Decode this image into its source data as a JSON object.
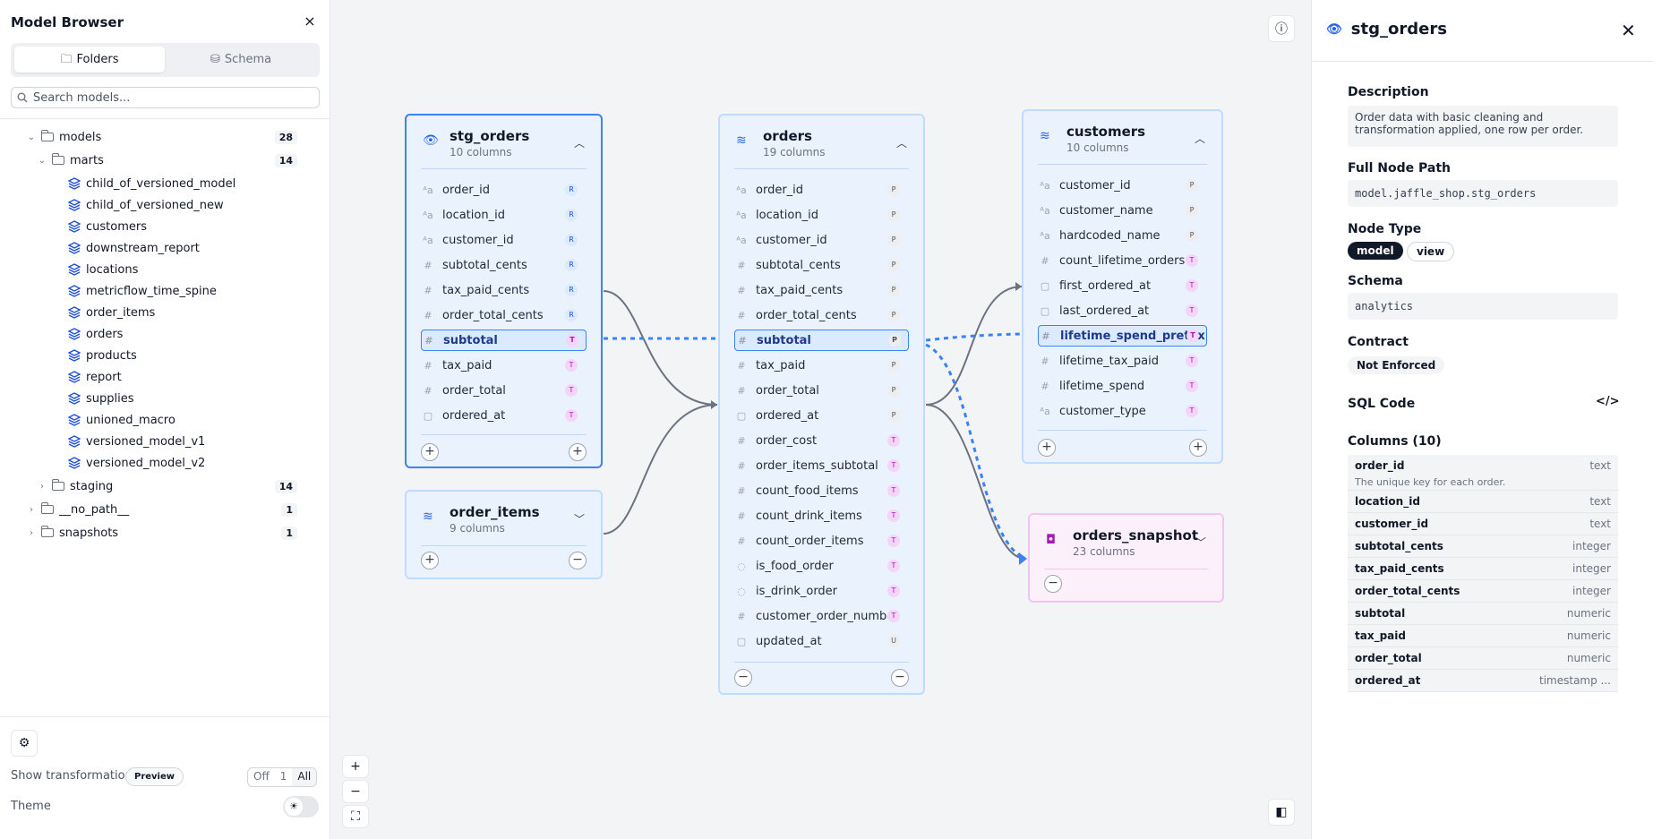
{
  "sidebar": {
    "title": "Model Browser",
    "tabs": [
      {
        "label": "Folders",
        "icon": "folder-icon"
      },
      {
        "label": "Schema",
        "icon": "database-icon"
      }
    ],
    "search_placeholder": "Search models...",
    "tree": {
      "models": {
        "label": "models",
        "count": "28"
      },
      "marts": {
        "label": "marts",
        "count": "14"
      },
      "mart_items": [
        "child_of_versioned_model",
        "child_of_versioned_new",
        "customers",
        "downstream_report",
        "locations",
        "metricflow_time_spine",
        "order_items",
        "orders",
        "products",
        "report",
        "supplies",
        "unioned_macro",
        "versioned_model_v1",
        "versioned_model_v2"
      ],
      "staging": {
        "label": "staging",
        "count": "14"
      },
      "no_path": {
        "label": "__no_path__",
        "count": "1"
      },
      "snapshots": {
        "label": "snapshots",
        "count": "1"
      }
    },
    "show_transformations_label": "Show transformations",
    "preview_label": "Preview",
    "toggle": [
      "Off",
      "1",
      "All"
    ],
    "theme_label": "Theme"
  },
  "canvas": {
    "stg_orders": {
      "name": "stg_orders",
      "sub": "10 columns",
      "rows": [
        {
          "n": "order_id",
          "t": "text",
          "b": "R"
        },
        {
          "n": "location_id",
          "t": "text",
          "b": "R"
        },
        {
          "n": "customer_id",
          "t": "text",
          "b": "R"
        },
        {
          "n": "subtotal_cents",
          "t": "num",
          "b": "R"
        },
        {
          "n": "tax_paid_cents",
          "t": "num",
          "b": "R"
        },
        {
          "n": "order_total_cents",
          "t": "num",
          "b": "R"
        },
        {
          "n": "subtotal",
          "t": "num",
          "b": "T"
        },
        {
          "n": "tax_paid",
          "t": "num",
          "b": "T"
        },
        {
          "n": "order_total",
          "t": "num",
          "b": "T"
        },
        {
          "n": "ordered_at",
          "t": "date",
          "b": "T"
        }
      ]
    },
    "order_items": {
      "name": "order_items",
      "sub": "9 columns"
    },
    "orders": {
      "name": "orders",
      "sub": "19 columns",
      "rows": [
        {
          "n": "order_id",
          "t": "text",
          "b": "P"
        },
        {
          "n": "location_id",
          "t": "text",
          "b": "P"
        },
        {
          "n": "customer_id",
          "t": "text",
          "b": "P"
        },
        {
          "n": "subtotal_cents",
          "t": "num",
          "b": "P"
        },
        {
          "n": "tax_paid_cents",
          "t": "num",
          "b": "P"
        },
        {
          "n": "order_total_cents",
          "t": "num",
          "b": "P"
        },
        {
          "n": "subtotal",
          "t": "num",
          "b": "P"
        },
        {
          "n": "tax_paid",
          "t": "num",
          "b": "P"
        },
        {
          "n": "order_total",
          "t": "num",
          "b": "P"
        },
        {
          "n": "ordered_at",
          "t": "date",
          "b": "P"
        },
        {
          "n": "order_cost",
          "t": "num",
          "b": "T"
        },
        {
          "n": "order_items_subtotal",
          "t": "num",
          "b": "T"
        },
        {
          "n": "count_food_items",
          "t": "num",
          "b": "T"
        },
        {
          "n": "count_drink_items",
          "t": "num",
          "b": "T"
        },
        {
          "n": "count_order_items",
          "t": "num",
          "b": "T"
        },
        {
          "n": "is_food_order",
          "t": "bool",
          "b": "T"
        },
        {
          "n": "is_drink_order",
          "t": "bool",
          "b": "T"
        },
        {
          "n": "customer_order_number",
          "t": "num",
          "b": "T"
        },
        {
          "n": "updated_at",
          "t": "date",
          "b": "U"
        }
      ]
    },
    "customers": {
      "name": "customers",
      "sub": "10 columns",
      "rows": [
        {
          "n": "customer_id",
          "t": "text",
          "b": "P"
        },
        {
          "n": "customer_name",
          "t": "text",
          "b": "P"
        },
        {
          "n": "hardcoded_name",
          "t": "text",
          "b": "P"
        },
        {
          "n": "count_lifetime_orders",
          "t": "num",
          "b": "T"
        },
        {
          "n": "first_ordered_at",
          "t": "date",
          "b": "T"
        },
        {
          "n": "last_ordered_at",
          "t": "date",
          "b": "T"
        },
        {
          "n": "lifetime_spend_pretax",
          "t": "num",
          "b": "T"
        },
        {
          "n": "lifetime_tax_paid",
          "t": "num",
          "b": "T"
        },
        {
          "n": "lifetime_spend",
          "t": "num",
          "b": "T"
        },
        {
          "n": "customer_type",
          "t": "text",
          "b": "T"
        }
      ]
    },
    "orders_snapshot": {
      "name": "orders_snapshot",
      "sub": "23 columns"
    }
  },
  "detail": {
    "title": "stg_orders",
    "description_label": "Description",
    "description": "Order data with basic cleaning and transformation applied, one row per order.",
    "path_label": "Full Node Path",
    "path": "model.jaffle_shop.stg_orders",
    "type_label": "Node Type",
    "type_chips": [
      "model",
      "view"
    ],
    "schema_label": "Schema",
    "schema": "analytics",
    "contract_label": "Contract",
    "contract": "Not Enforced",
    "sql_label": "SQL Code",
    "columns_label": "Columns (10)",
    "columns": [
      {
        "name": "order_id",
        "type": "text",
        "desc": "The unique key for each order."
      },
      {
        "name": "location_id",
        "type": "text"
      },
      {
        "name": "customer_id",
        "type": "text"
      },
      {
        "name": "subtotal_cents",
        "type": "integer"
      },
      {
        "name": "tax_paid_cents",
        "type": "integer"
      },
      {
        "name": "order_total_cents",
        "type": "integer"
      },
      {
        "name": "subtotal",
        "type": "numeric"
      },
      {
        "name": "tax_paid",
        "type": "numeric"
      },
      {
        "name": "order_total",
        "type": "numeric"
      },
      {
        "name": "ordered_at",
        "type": "timestamp ..."
      }
    ]
  },
  "colors": {
    "accent": "#3b82f6",
    "selected_border": "#3b82f6",
    "card_bg": "#eaf2fd",
    "snapshot_bg": "#fcf0fb"
  }
}
